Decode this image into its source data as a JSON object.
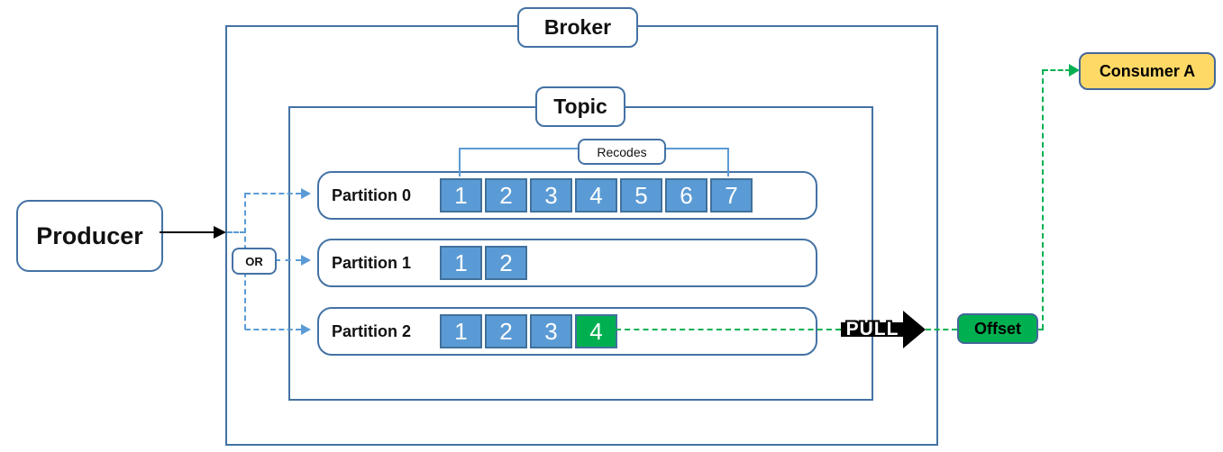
{
  "diagram": {
    "broker_label": "Broker",
    "topic_label": "Topic",
    "producer_label": "Producer",
    "or_label": "OR",
    "recodes_label": "Recodes",
    "pull_label": "PULL",
    "offset_label": "Offset",
    "consumer_label": "Consumer A",
    "partitions": [
      {
        "label": "Partition 0",
        "cells": [
          "1",
          "2",
          "3",
          "4",
          "5",
          "6",
          "7"
        ],
        "highlight_index": -1
      },
      {
        "label": "Partition 1",
        "cells": [
          "1",
          "2"
        ],
        "highlight_index": -1
      },
      {
        "label": "Partition 2",
        "cells": [
          "1",
          "2",
          "3",
          "4"
        ],
        "highlight_index": 3
      }
    ],
    "colors": {
      "container_border": "#4472A4",
      "light_blue": "#5B9BD5",
      "cell_border": "#41719C",
      "green": "#00B050",
      "yellow": "#FFD966",
      "dark_box_border": "#44679B"
    }
  }
}
